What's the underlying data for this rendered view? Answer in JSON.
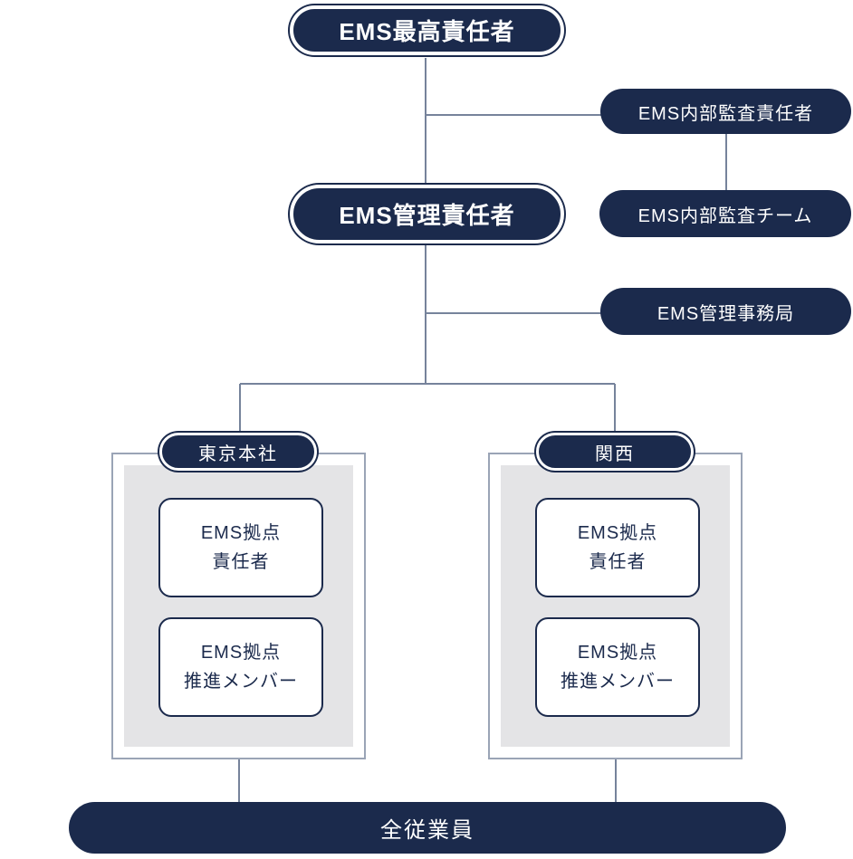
{
  "colors": {
    "navy": "#1b2a4c",
    "connector": "#76839b",
    "container_border": "#9aa4b6",
    "container_fill": "#e4e4e6",
    "text_on_navy": "#ffffff"
  },
  "org_chart": {
    "top_manager": "EMS最高責任者",
    "internal_audit_manager": "EMS内部監査責任者",
    "internal_audit_team": "EMS内部監査チーム",
    "ems_manager": "EMS管理責任者",
    "ems_admin_office": "EMS管理事務局",
    "sites": [
      {
        "name": "東京本社",
        "cards": [
          "EMS拠点\n責任者",
          "EMS拠点\n推進メンバー"
        ]
      },
      {
        "name": "関西",
        "cards": [
          "EMS拠点\n責任者",
          "EMS拠点\n推進メンバー"
        ]
      }
    ],
    "all_employees": "全従業員"
  }
}
